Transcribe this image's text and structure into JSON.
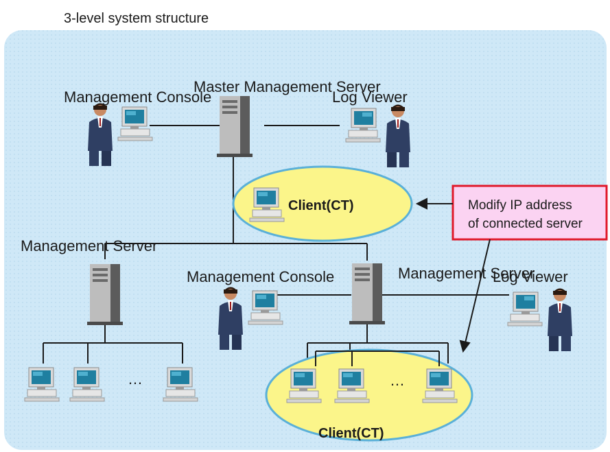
{
  "title": "3-level system structure",
  "labels": {
    "master_server": "Master Management Server",
    "console_top": "Management Console",
    "log_viewer_top": "Log Viewer",
    "client_top": "Client(CT)",
    "management_server_left": "Management Server",
    "console_mid": "Management Console",
    "management_server_mid": "Management Server",
    "log_viewer_mid": "Log Viewer",
    "client_bottom": "Client(CT)",
    "ellipsis_left": "…",
    "ellipsis_right": "…"
  },
  "callout": {
    "line1": "Modify IP address",
    "line2": "of connected server"
  },
  "colors": {
    "background_panel": "#cfe8f7",
    "client_ellipse": "#fbf58a",
    "callout_fill": "#fbd3f2",
    "callout_border": "#e0182a",
    "connector": "#1a1a1a"
  },
  "icons": [
    "person-at-computer-icon",
    "server-tower-icon",
    "desktop-pc-icon"
  ]
}
